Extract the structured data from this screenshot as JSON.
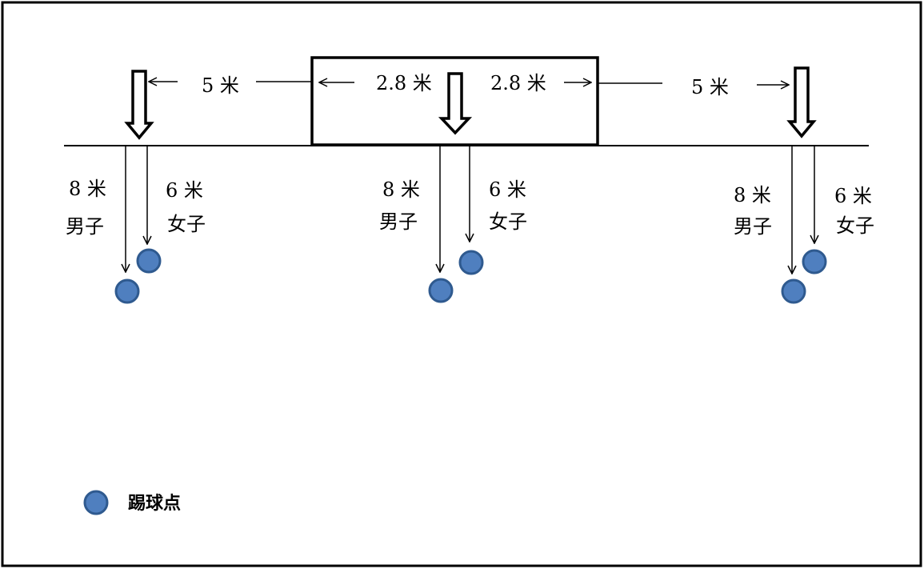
{
  "diagram": {
    "labels": {
      "dist_left": "5 米",
      "dist_center_left": "2.8 米",
      "dist_center_right": "2.8 米",
      "dist_right": "5 米"
    },
    "groups": [
      {
        "male_dist": "8 米",
        "male_label": "男子",
        "female_dist": "6 米",
        "female_label": "女子"
      },
      {
        "male_dist": "8 米",
        "male_label": "男子",
        "female_dist": "6 米",
        "female_label": "女子"
      },
      {
        "male_dist": "8 米",
        "male_label": "男子",
        "female_dist": "6 米",
        "female_label": "女子"
      }
    ],
    "legend": {
      "label": "踢球点"
    },
    "colors": {
      "ball_fill": "#4f7fbf",
      "ball_stroke": "#2f5a8f",
      "line": "#000000"
    }
  }
}
